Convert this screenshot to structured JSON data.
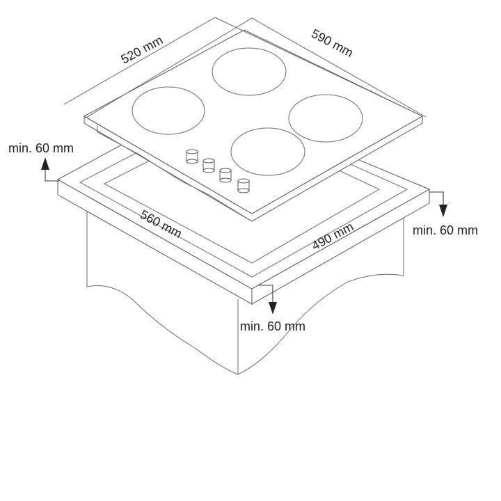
{
  "dimensions": {
    "hob_depth": "520 mm",
    "hob_width": "590 mm",
    "cutout_width": "560 mm",
    "cutout_depth": "490 mm"
  },
  "clearances": {
    "back": "min. 60 mm",
    "side": "min. 60 mm",
    "front": "min. 60 mm"
  },
  "burner_count": 4,
  "knob_count": 4
}
